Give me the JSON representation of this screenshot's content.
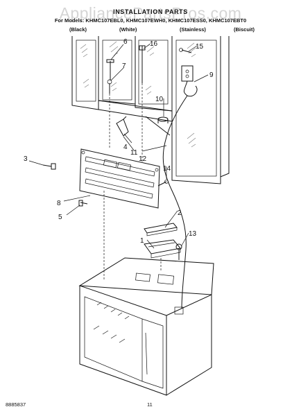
{
  "header": {
    "watermark": "AppliancePartsPros.com",
    "title": "INSTALLATION PARTS",
    "models": "For Models: KHMC107EBL0, KHMC107EWH0, KHMC107ESS0, KHMC107EBT0",
    "variants": [
      "(Black)",
      "(White)",
      "(Stainless)",
      "(Biscuit)"
    ]
  },
  "footer": {
    "doc_number": "8885837",
    "page_number": "11"
  },
  "callouts": [
    "1",
    "2",
    "3",
    "4",
    "5",
    "6",
    "7",
    "8",
    "9",
    "10",
    "11",
    "12",
    "13",
    "14",
    "15",
    "16"
  ]
}
